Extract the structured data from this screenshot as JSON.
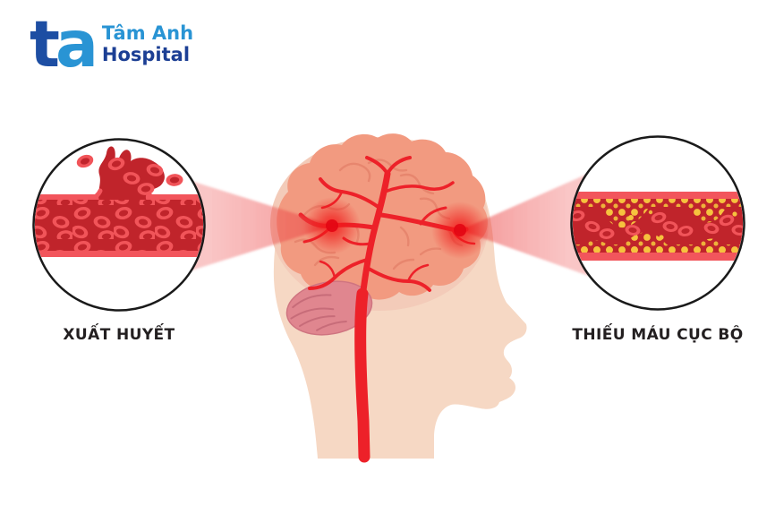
{
  "logo": {
    "mark_t": "t",
    "mark_a": "a",
    "title": "Tâm Anh",
    "subtitle": "Hospital"
  },
  "insets": {
    "left": {
      "label": "XUẤT HUYẾT"
    },
    "right": {
      "label": "THIẾU MÁU CỤC BỘ"
    }
  },
  "colors": {
    "logo_navy": "#1c3f94",
    "logo_blue": "#2994d4",
    "label_text": "#231f20",
    "skin": "#f6d8c4",
    "skull_rim": "#f3cbb9",
    "brain": "#f29a80",
    "gyri": "#e6846d",
    "cerebellum": "#e0868f",
    "cerebellum_line": "#c76c79",
    "artery": "#ed2129",
    "vessel": "#c0242b",
    "vessel_rim": "#f2555c",
    "cell_outer": "#f15459",
    "plaque": "#f6c23e",
    "plaque2": "#eeb23a",
    "glow": "#f01616",
    "circle_outline": "#1a1a1a"
  }
}
